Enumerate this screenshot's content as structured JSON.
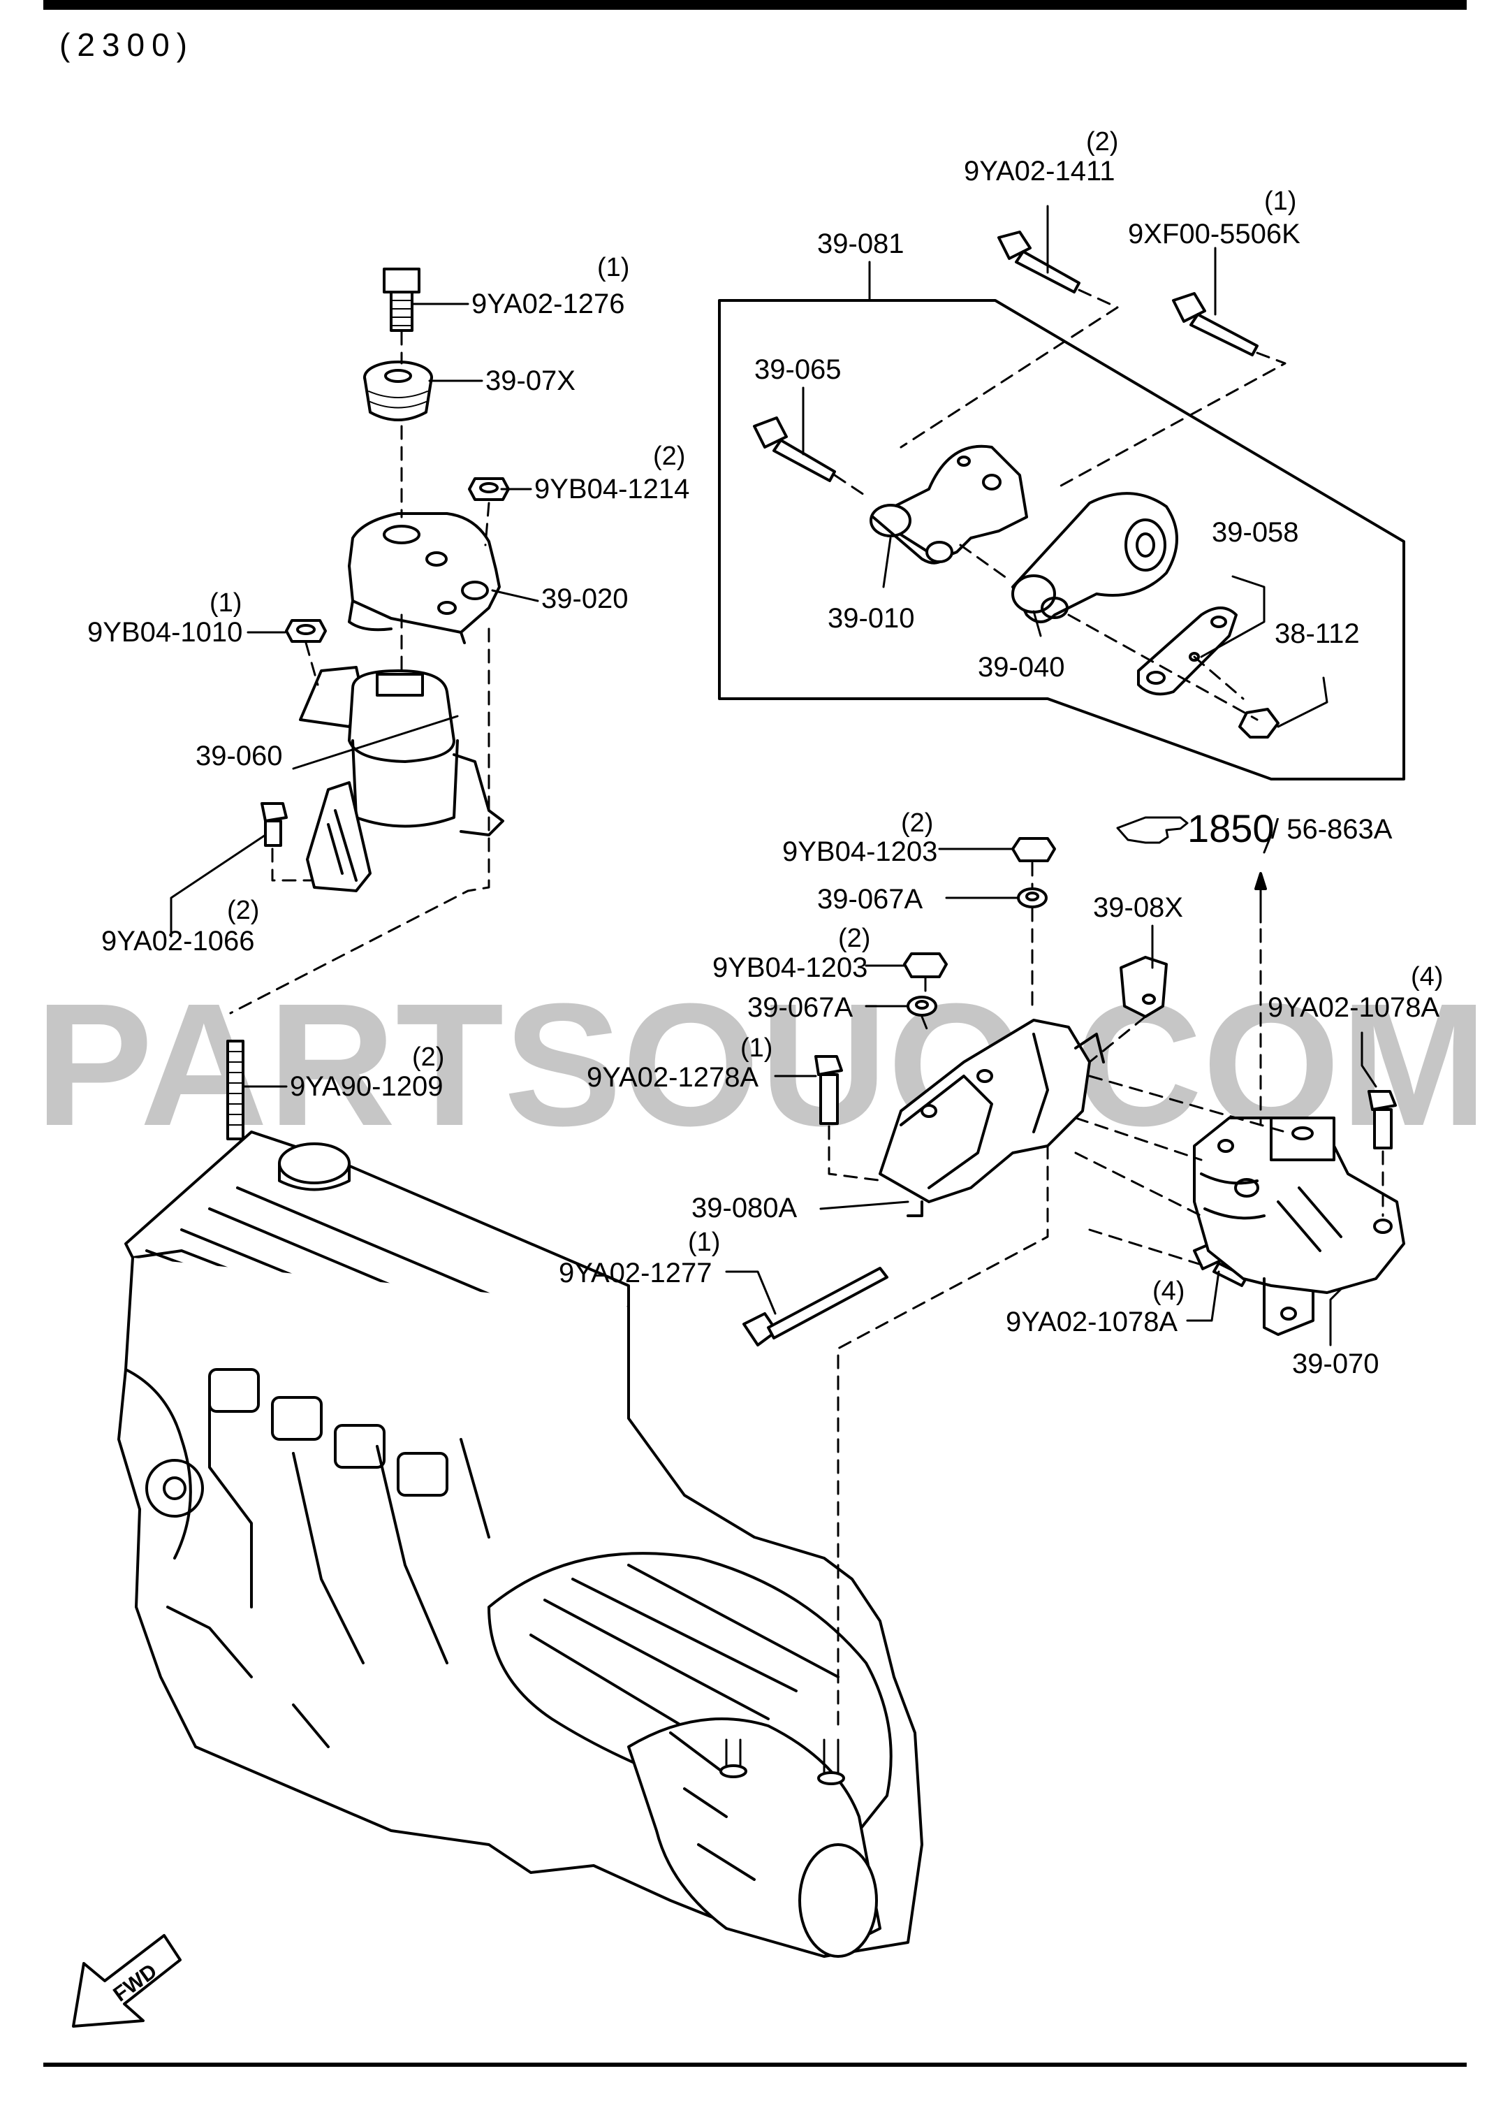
{
  "header": {
    "group_code": "(2300)"
  },
  "labels": {
    "p_9YA02_1276": "9YA02-1276",
    "q_9YA02_1276": "(1)",
    "p_39_07X": "39-07X",
    "p_9YB04_1214": "9YB04-1214",
    "q_9YB04_1214": "(2)",
    "p_39_020": "39-020",
    "p_9YB04_1010": "9YB04-1010",
    "q_9YB04_1010": "(1)",
    "p_39_060": "39-060",
    "p_9YA02_1066": "9YA02-1066",
    "q_9YA02_1066": "(2)",
    "p_9YA90_1209": "9YA90-1209",
    "q_9YA90_1209": "(2)",
    "p_9YA02_1411": "9YA02-1411",
    "q_9YA02_1411": "(2)",
    "p_39_081": "39-081",
    "p_9XF00_5506K": "9XF00-5506K",
    "q_9XF00_5506K": "(1)",
    "p_39_065": "39-065",
    "p_39_010": "39-010",
    "p_39_040": "39-040",
    "p_39_058": "39-058",
    "p_38_112": "38-112",
    "p_ref_1850": "1850",
    "p_ref_56_863A": "/ 56-863A",
    "p_9YB04_1203_a": "9YB04-1203",
    "q_9YB04_1203_a": "(2)",
    "p_39_067A_a": "39-067A",
    "p_39_08X": "39-08X",
    "p_9YB04_1203_b": "9YB04-1203",
    "q_9YB04_1203_b": "(2)",
    "p_39_067A_b": "39-067A",
    "p_9YA02_1078A_a": "9YA02-1078A",
    "q_9YA02_1078A_a": "(4)",
    "p_9YA02_1278A": "9YA02-1278A",
    "q_9YA02_1278A": "(1)",
    "p_39_080A": "39-080A",
    "p_9YA02_1277": "9YA02-1277",
    "q_9YA02_1277": "(1)",
    "p_9YA02_1078A_b": "9YA02-1078A",
    "q_9YA02_1078A_b": "(4)",
    "p_39_070": "39-070"
  },
  "watermark": "PARTSOUQ.COM",
  "fwd_label": "FWD",
  "icons": [
    "pointing-hand-icon",
    "fwd-arrow-icon"
  ],
  "colors": {
    "ink": "#000000",
    "watermark": "#bdbdbd",
    "background": "#ffffff"
  }
}
